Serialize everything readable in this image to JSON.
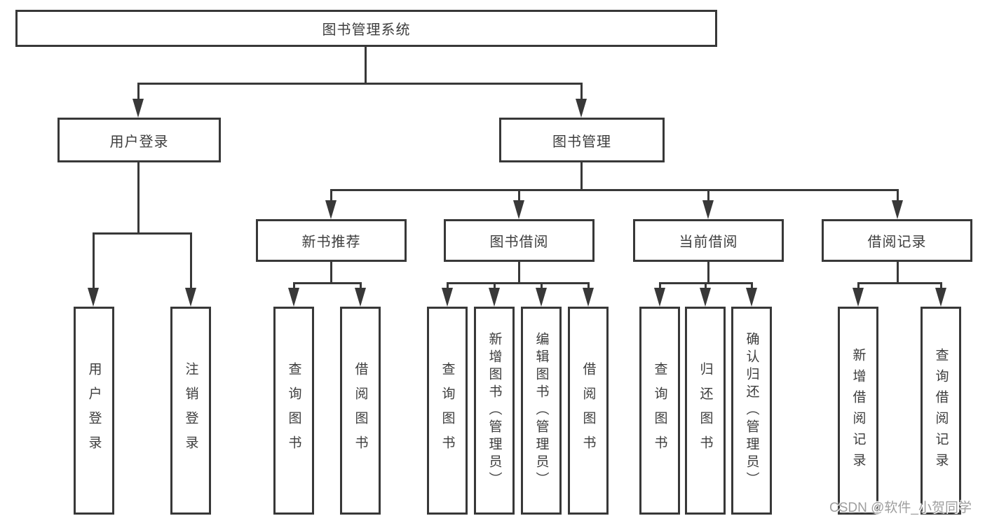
{
  "diagram_type": "hierarchy-tree",
  "colors": {
    "line": "#383838",
    "text": "#3d3d3d",
    "watermark_text": "#9e9e9e",
    "background": "#ffffff"
  },
  "watermark": "CSDN @软件_小贺同学",
  "tree": {
    "root": {
      "label": "图书管理系统"
    },
    "branches": [
      {
        "label": "用户登录",
        "children": [
          {
            "label": "用户登录"
          },
          {
            "label": "注销登录"
          }
        ]
      },
      {
        "label": "图书管理",
        "groups": [
          {
            "label": "新书推荐",
            "children": [
              {
                "label": "查询图书"
              },
              {
                "label": "借阅图书"
              }
            ]
          },
          {
            "label": "图书借阅",
            "children": [
              {
                "label": "查询图书"
              },
              {
                "label": "新增图书（管理员）"
              },
              {
                "label": "编辑图书（管理员）"
              },
              {
                "label": "借阅图书"
              }
            ]
          },
          {
            "label": "当前借阅",
            "children": [
              {
                "label": "查询图书"
              },
              {
                "label": "归还图书"
              },
              {
                "label": "确认归还（管理员）"
              }
            ]
          },
          {
            "label": "借阅记录",
            "children": [
              {
                "label": "新增借阅记录"
              },
              {
                "label": "查询借阅记录"
              }
            ]
          }
        ]
      }
    ]
  }
}
